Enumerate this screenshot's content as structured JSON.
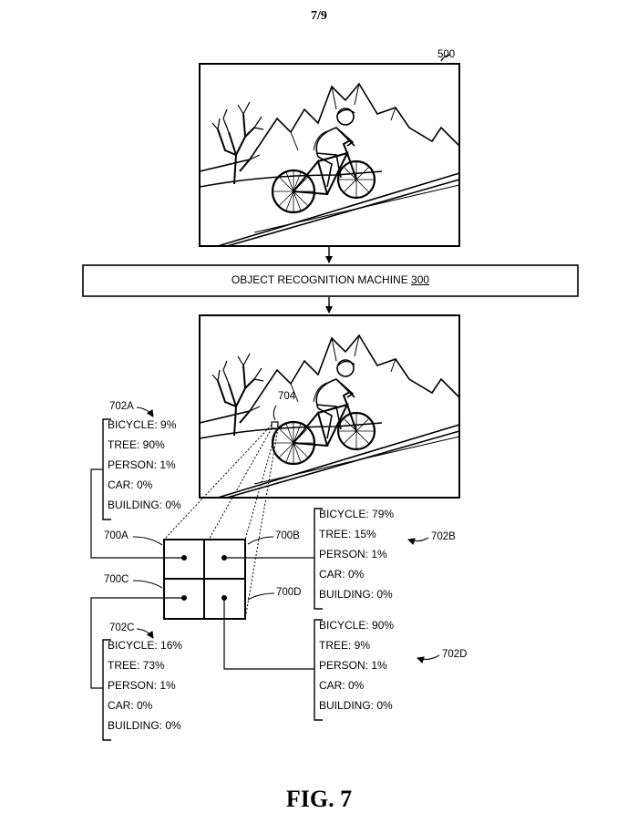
{
  "header": {
    "sheet": "7/9"
  },
  "input_image": {
    "ref": "500"
  },
  "machine": {
    "label": "OBJECT RECOGNITION MACHINE ",
    "ref": "300"
  },
  "output_image": {
    "ref": "704"
  },
  "grid": {
    "refs": {
      "a": "700A",
      "b": "700B",
      "c": "700C",
      "d": "700D"
    }
  },
  "scores": {
    "a": {
      "ref": "702A",
      "items": [
        "BICYCLE: 9%",
        "TREE: 90%",
        "PERSON: 1%",
        "CAR: 0%",
        "BUILDING: 0%"
      ]
    },
    "b": {
      "ref": "702B",
      "items": [
        "BICYCLE: 79%",
        "TREE: 15%",
        "PERSON: 1%",
        "CAR: 0%",
        "BUILDING: 0%"
      ]
    },
    "c": {
      "ref": "702C",
      "items": [
        "BICYCLE: 16%",
        "TREE: 73%",
        "PERSON: 1%",
        "CAR: 0%",
        "BUILDING: 0%"
      ]
    },
    "d": {
      "ref": "702D",
      "items": [
        "BICYCLE: 90%",
        "TREE: 9%",
        "PERSON: 1%",
        "CAR: 0%",
        "BUILDING: 0%"
      ]
    }
  },
  "figure": {
    "label": "FIG. 7"
  }
}
